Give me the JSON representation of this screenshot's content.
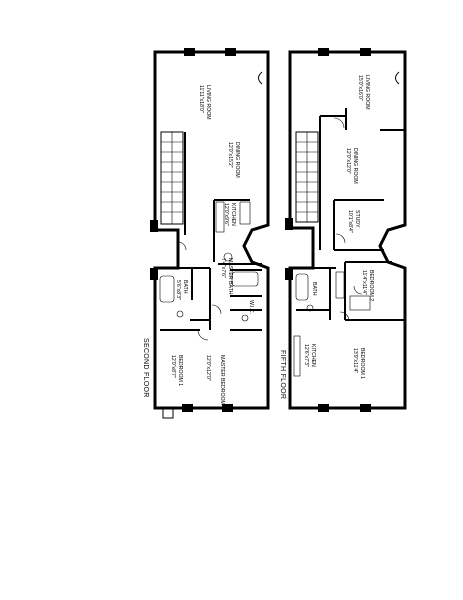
{
  "floors": [
    {
      "caption": "SECOND FLOOR",
      "rooms": [
        {
          "name": "LIVING ROOM",
          "dims": "11'11\"x18'0\""
        },
        {
          "name": "DINING ROOM",
          "dims": "12'0\"x15'2\""
        },
        {
          "name": "KITCHEN",
          "dims": "12'0\"x9'6\""
        },
        {
          "name": "MASTER BATH",
          "dims": "7'4\"x7'6\""
        },
        {
          "name": "BATH",
          "dims": "5'6\"x8'3\""
        },
        {
          "name": "W.I.C.",
          "dims": ""
        },
        {
          "name": "MASTER BEDROOM",
          "dims": "12'0\"x12'0\""
        },
        {
          "name": "BEDROOM 1",
          "dims": "12'0\"x8'7\""
        }
      ]
    },
    {
      "caption": "FIFTH FLOOR",
      "rooms": [
        {
          "name": "LIVING ROOM",
          "dims": "15'0\"x16'0\""
        },
        {
          "name": "DINING ROOM",
          "dims": "12'0\"x12'0\""
        },
        {
          "name": "STUDY",
          "dims": "10'1\"x8'4\""
        },
        {
          "name": "BEDROOM 2",
          "dims": "11'4\"x11'4\""
        },
        {
          "name": "BEDROOM 1",
          "dims": "13'9\"x11'4\""
        },
        {
          "name": "KITCHEN",
          "dims": "12'6\"x7'3\""
        },
        {
          "name": "BATH",
          "dims": ""
        }
      ]
    }
  ]
}
